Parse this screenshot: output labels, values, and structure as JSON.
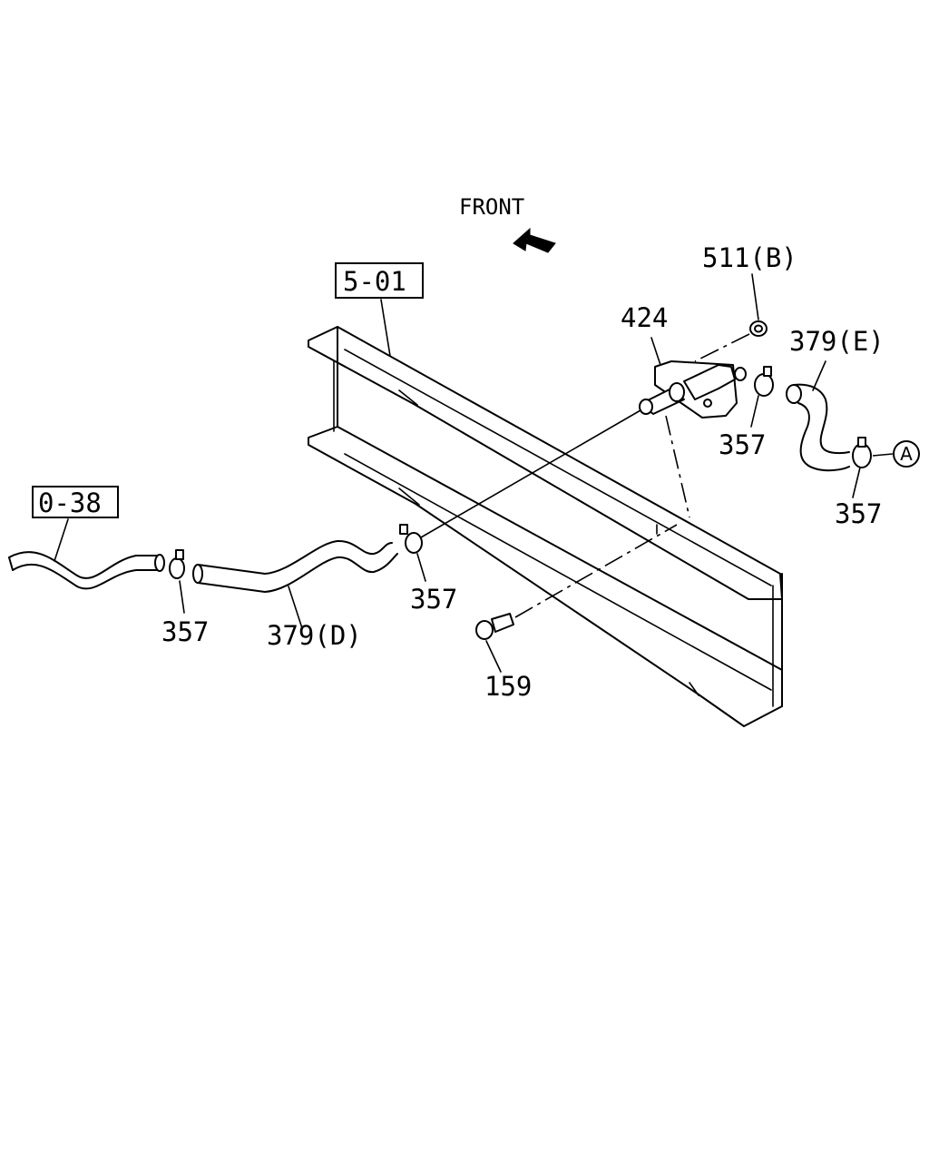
{
  "direction_label": "FRONT",
  "callouts": {
    "frame_ref": "5-01",
    "pipe_ref": "0-38",
    "valve": "424",
    "bolt_b": "511(B)",
    "hose_e": "379(E)",
    "hose_d": "379(D)",
    "clamp_1": "357",
    "clamp_2": "357",
    "clamp_3": "357",
    "clamp_4": "357",
    "bolt": "159",
    "connector": "A"
  }
}
